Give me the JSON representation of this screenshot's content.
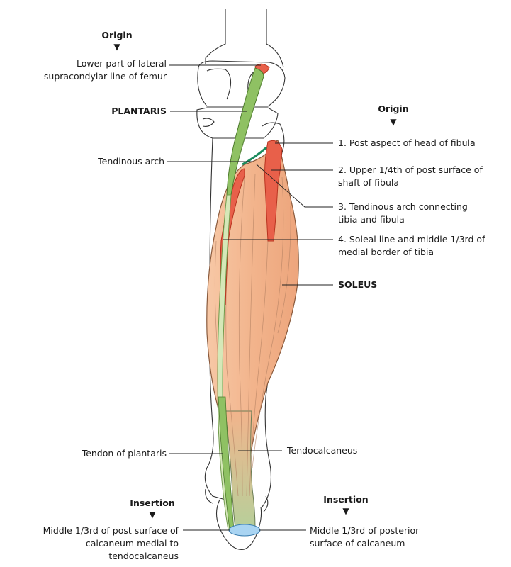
{
  "origin_left": {
    "heading": "Origin",
    "text": "Lower part of lateral\nsupracondylar line of femur"
  },
  "plantaris_label": "PLANTARIS",
  "origin_right": {
    "heading": "Origin"
  },
  "soleus_origins": [
    "1. Post aspect of head of fibula",
    "2. Upper 1/4th of post surface of\nshaft of fibula",
    "3. Tendinous arch connecting\ntibia and fibula",
    "4. Soleal line and middle 1/3rd of\nmedial border of tibia"
  ],
  "tendinous_arch_label": "Tendinous arch",
  "soleus_label": "SOLEUS",
  "tendon_plantaris_label": "Tendon of plantaris",
  "tendocalcaneus_label": "Tendocalcaneus",
  "insertion_left": {
    "heading": "Insertion",
    "text": "Middle 1/3rd of post surface of\ncalcaneum medial to tendocalcaneus"
  },
  "insertion_right": {
    "heading": "Insertion",
    "text": "Middle 1/3rd of posterior\nsurface of calcaneum"
  },
  "colors": {
    "soleus_fill": "#f2b48c",
    "origin_red": "#e8604a",
    "plantaris_green": "#8fc163",
    "tendon_light": "#d5e8b8",
    "insertion_blue": "#a9d4f2",
    "bone_outline": "#333333"
  }
}
